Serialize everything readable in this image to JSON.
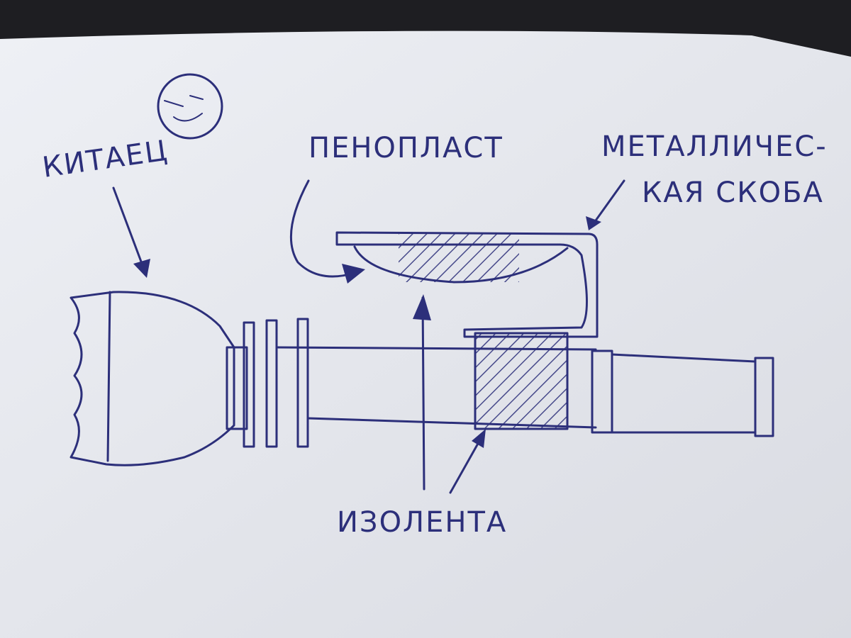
{
  "title": "Hand-drawn sketch of a flashlight with a foam-padded metal bracket",
  "labels": {
    "chinese": "КИТАЕЦ",
    "foam": "ПЕНОПЛАСТ",
    "bracket_line1": "МЕТАЛЛИЧЕС-",
    "bracket_line2": "КАЯ СКОБА",
    "tape": "ИЗОЛЕНТА"
  },
  "colors": {
    "ink": "#2c2f7a",
    "paper": "#e6e8ee",
    "background": "#1e1e22"
  }
}
